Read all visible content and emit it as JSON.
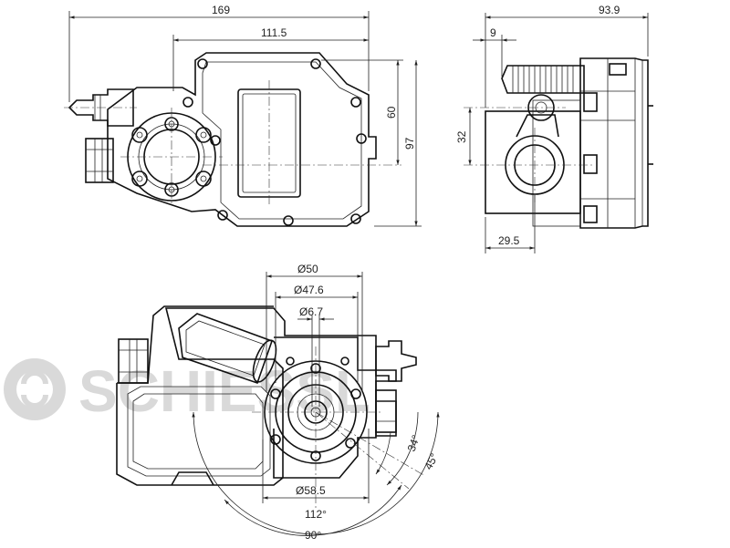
{
  "watermark": {
    "brand": "SCHIESSL"
  },
  "dimensions": {
    "front": {
      "overall_width": "169",
      "cover_width": "111.5",
      "cover_height": "60",
      "overall_height": "97"
    },
    "side": {
      "overall_depth": "93.9",
      "flange_offset": "9",
      "shaft_height": "32",
      "body_depth": "29.5"
    },
    "bottom": {
      "dia_outer": "Ø50",
      "dia_mid": "Ø47.6",
      "dia_shaft": "Ø6.7",
      "dia_base": "Ø58.5",
      "angle_small": "34°",
      "angle_mid": "45°",
      "angle_rot": "112°",
      "angle_right": "90°"
    }
  }
}
